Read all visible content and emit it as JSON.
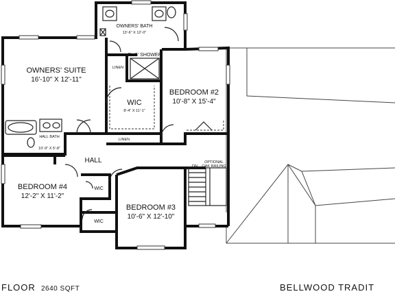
{
  "rooms": {
    "owners_bath": {
      "name": "OWNERS' BATH",
      "dims": "13'-6\" X 12'-0\""
    },
    "owners_suite": {
      "name": "OWNERS' SUITE",
      "dims": "16'-10\" X 12'-11\""
    },
    "shower": {
      "name": "3'x 5' SHOWER"
    },
    "linen_top": {
      "name": "LINEN"
    },
    "wic_main": {
      "name": "WIC",
      "dims": "8'-4\" X 11'-1\""
    },
    "linen_mid": {
      "name": "LINEN"
    },
    "bedroom2": {
      "name": "BEDROOM #2",
      "dims": "10'-8\" X 15'-4\""
    },
    "hall_bath": {
      "name": "HALL BATH",
      "dims": "10'-9\" X 5'-8\""
    },
    "hall": {
      "name": "HALL"
    },
    "dn": {
      "name": "DN"
    },
    "railing": {
      "line1": "OPTIONAL",
      "line2": "OAK RAILING"
    },
    "bedroom4": {
      "name": "BEDROOM #4",
      "dims": "12'-2\" X 11'-2\""
    },
    "wic_b4": {
      "name": "WIC"
    },
    "bedroom3": {
      "name": "BEDROOM #3",
      "dims": "10'-6\" X 12'-10\""
    },
    "wic_b3": {
      "name": "WIC"
    }
  },
  "footer": {
    "floor_label": "FLOOR",
    "area": "2640 SQFT",
    "plan_name": "BELLWOOD TRADIT"
  }
}
